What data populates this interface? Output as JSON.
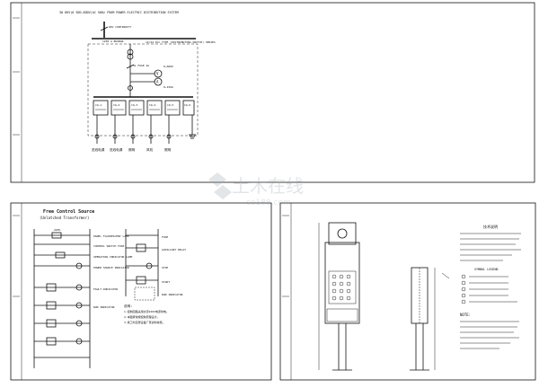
{
  "sheet1": {
    "title": "3# 6KV(6 SDD-6DDV)AC 50Hz FROM POWER ELECTRIC DISTRIBUTION SYSTEM",
    "line_label": "6KV CONTINUITY",
    "busbar_label": "1250 A  BUSBAR",
    "note_label": "12/24 PLC TYPE (DISTRIBUTING SWITCH) SERIES",
    "fuse_label": "3L FUSE 2A",
    "meter_v": "0~600V",
    "meter_a": "0~150A",
    "feeders": [
      "CQ-1",
      "CQ-2",
      "CQ-3",
      "CQ-4",
      "CQ-5",
      "CQ-6"
    ],
    "loads": [
      "进线电源",
      "进线电源",
      "照明",
      "风机",
      "照明"
    ]
  },
  "sheet2": {
    "title": "Free Control Source",
    "subtitle": "(Unlatched Transformer)",
    "rows": [
      "220V",
      "PANEL FLUORESCENT LAMP",
      "CONTROL SWITCH FUSE",
      "OPERATING INDICATOR LAMP",
      "POWER SOURCE INDICATOR",
      "FAULT INDICATOR",
      "RUN INDICATOR"
    ],
    "right_rows": [
      "FUSE",
      "AUXILIARY RELAY",
      "STOP",
      "START",
      "RUN INDICATOR"
    ],
    "notes_title": "说明:",
    "notes": [
      "1.控制回路采用交流220V电源供电。",
      "2.本图按常规控制原理设计。",
      "3.施工时应按设备厂家资料校核。"
    ]
  },
  "sheet3": {
    "notes_title": "技术说明",
    "legend_title": "SYMBOL LEGEND",
    "notes_en_title": "NOTE:",
    "notes_en": "MOUNTING FROM GROUND LEVEL, 1.2 M. CABLE ENTRY FROM BOTTOM, USE STEEL PIPE TO PROTECT CABLE. BOX TO BE GROUNDED. REFER TO GENERAL NOTES."
  },
  "watermark": {
    "text": "土木在线",
    "sub": "co188.com"
  }
}
